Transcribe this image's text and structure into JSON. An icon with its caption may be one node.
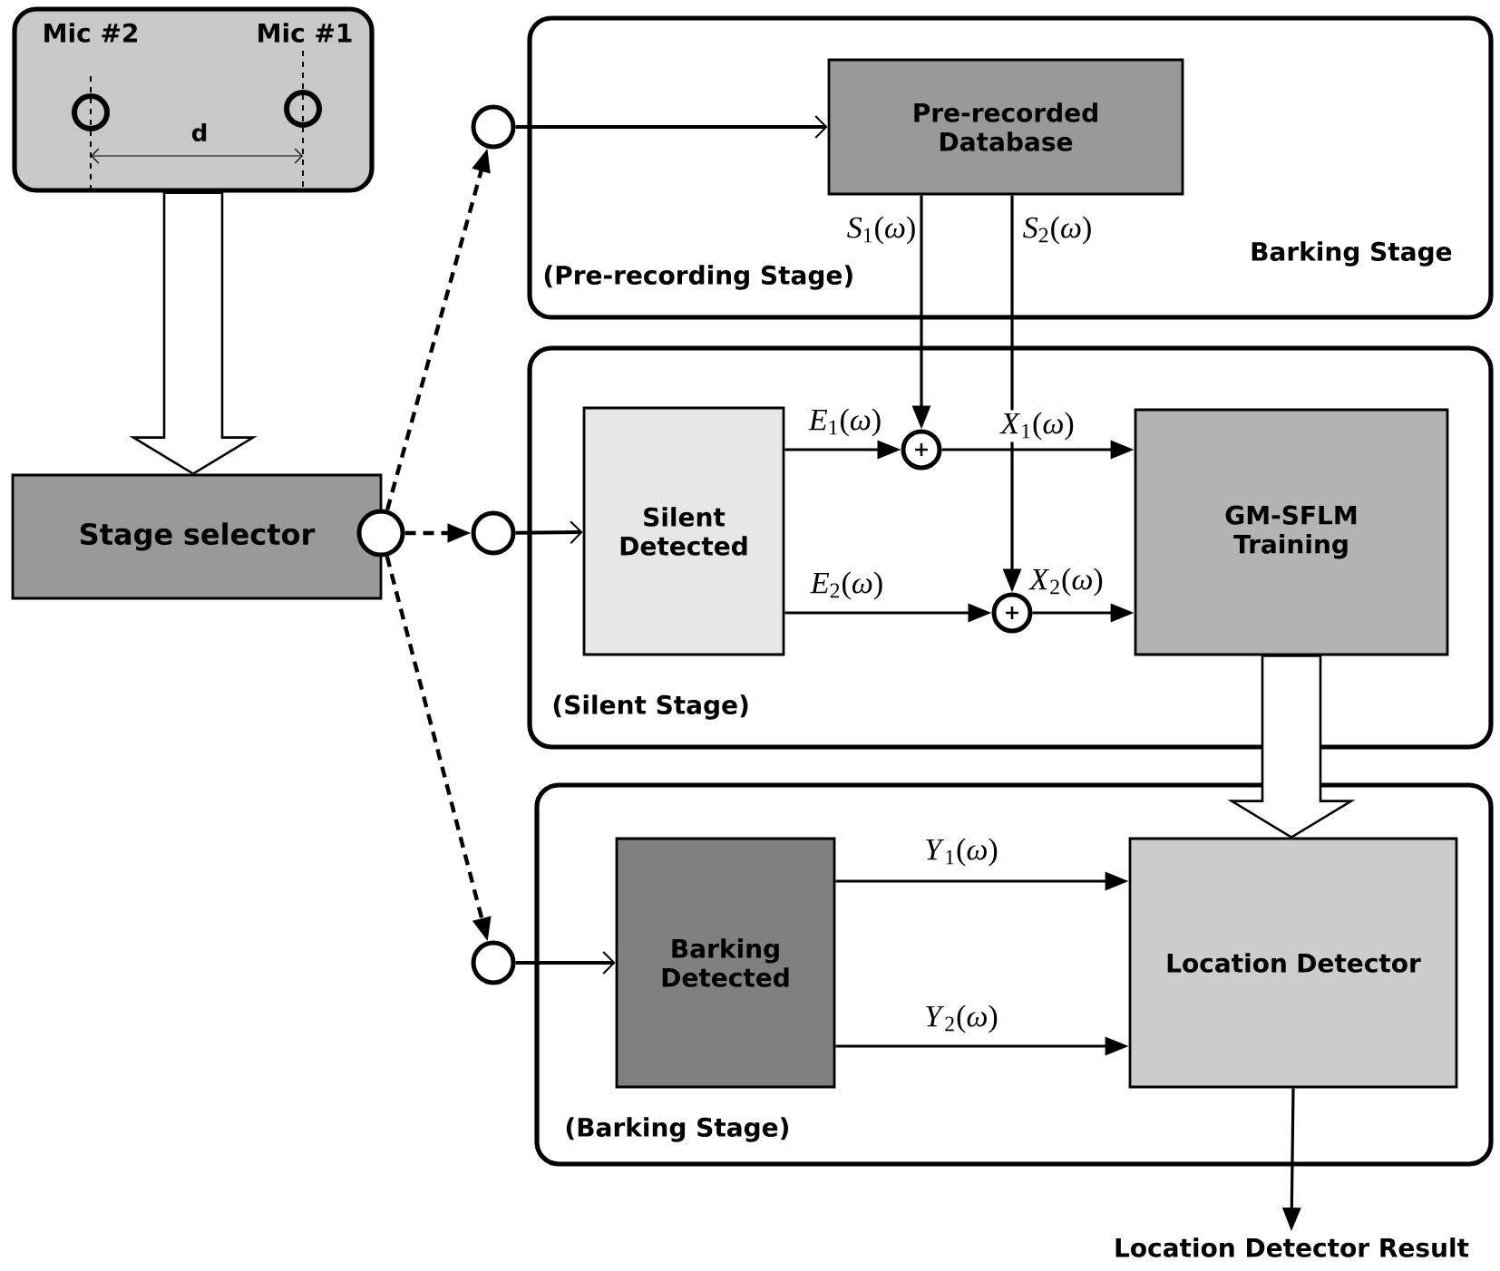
{
  "diagram": {
    "nodes": [
      {
        "text": [
          "Mic #2",
          "Mic #1"
        ]
      },
      {
        "text": [
          "Stage selector"
        ]
      },
      {
        "text": [],
        "shape": "circle"
      },
      {
        "text": [
          "(Pre-recording Stage)",
          "Barking Stage"
        ]
      },
      {
        "text": [],
        "shape": "circle"
      },
      {
        "text": [
          "Pre-recorded Database"
        ],
        "in": 3
      },
      {
        "text": [
          "(Silent Stage)"
        ]
      },
      {
        "text": [],
        "shape": "circle"
      },
      {
        "text": [
          "Silent Detected"
        ],
        "in": 6
      },
      {
        "text": [
          "+"
        ],
        "in": 6
      },
      {
        "text": [
          "+"
        ],
        "in": 6
      },
      {
        "text": [
          "GM-SFLM Training"
        ],
        "in": 6
      },
      {
        "text": [
          "(Barking Stage)"
        ]
      },
      {
        "text": [],
        "shape": "circle"
      },
      {
        "text": [
          "Barking Detected"
        ],
        "in": 12
      },
      {
        "text": [
          "Location Detector"
        ],
        "in": 12
      },
      {
        "text": [
          "Location Detector Result"
        ]
      }
    ],
    "edges": [
      {
        "from": 0,
        "to": 1,
        "arrow": "to",
        "style": "thick"
      },
      {
        "from": 2,
        "to": 4,
        "arrow": "to",
        "style": "dashed"
      },
      {
        "from": 2,
        "to": 7,
        "arrow": "to",
        "style": "dashed"
      },
      {
        "from": 2,
        "to": 13,
        "arrow": "to",
        "style": "dashed"
      },
      {
        "from": 4,
        "to": 5,
        "arrow": "to"
      },
      {
        "from": 7,
        "to": 8,
        "arrow": "to"
      },
      {
        "from": 13,
        "to": 14,
        "arrow": "to"
      },
      {
        "from": 5,
        "to": 9,
        "arrow": "to",
        "label": "*S*$_{1}$(*ω*)"
      },
      {
        "from": 5,
        "to": 10,
        "arrow": "to",
        "label": "*S*$_{2}$(*ω*)"
      },
      {
        "from": 8,
        "to": 9,
        "arrow": "to",
        "label": "*E*$_{1}$(*ω*)"
      },
      {
        "from": 8,
        "to": 10,
        "arrow": "to",
        "label": "*E*$_{2}$(*ω*)"
      },
      {
        "from": 9,
        "to": 11,
        "arrow": "to",
        "label": "*X*$_{1}$(*ω*)"
      },
      {
        "from": 10,
        "to": 11,
        "arrow": "to",
        "label": "*X*$_{2}$(*ω*)"
      },
      {
        "from": 14,
        "to": 15,
        "arrow": "to",
        "label": "*Y*$_{1}$(*ω*)"
      },
      {
        "from": 14,
        "to": 15,
        "arrow": "to",
        "label": "*Y*$_{2}$(*ω*)"
      },
      {
        "from": 11,
        "to": 15,
        "arrow": "to",
        "style": "thick"
      },
      {
        "from": 15,
        "to": 16,
        "arrow": "to"
      }
    ],
    "labels": [
      "d"
    ]
  }
}
